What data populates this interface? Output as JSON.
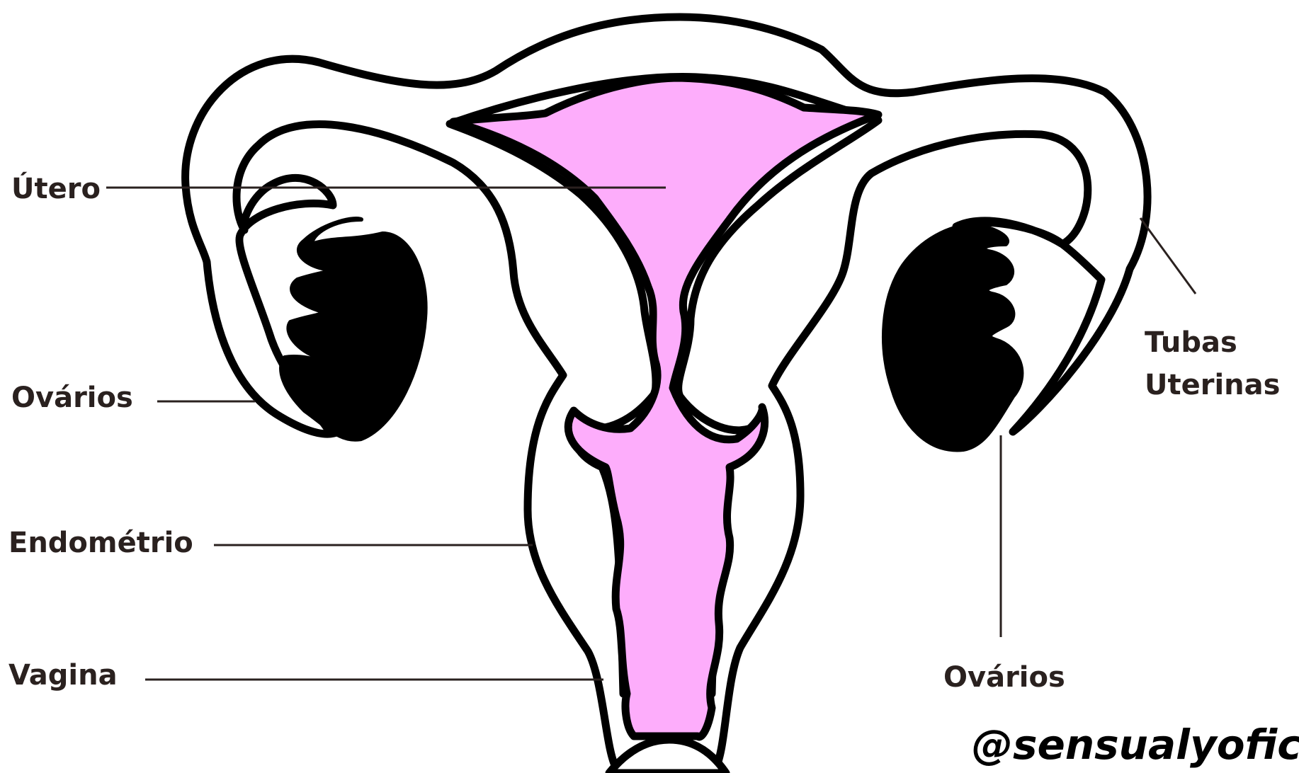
{
  "labels": {
    "utero": "Útero",
    "ovarios_left": "Ovários",
    "endometrio": "Endométrio",
    "vagina": "Vagina",
    "tubas_line1": "Tubas",
    "tubas_line2": "Uterinas",
    "ovarios_right": "Ovários"
  },
  "watermark": "@sensualyofic",
  "colors": {
    "pink": "#fdadfb",
    "outline": "#000000",
    "leader": "#2a211f",
    "background": "#ffffff"
  }
}
